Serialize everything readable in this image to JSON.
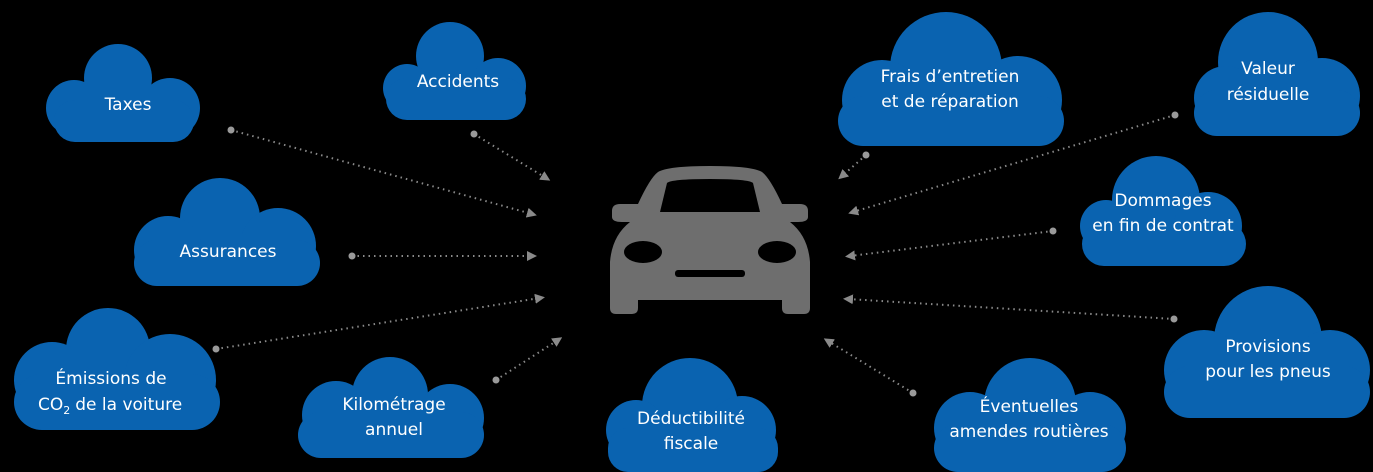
{
  "colors": {
    "background": "#000000",
    "cloud": "#0a63b0",
    "car": "#6e6e6e",
    "connector": "#8a8a8a"
  },
  "clouds": [
    {
      "id": "taxes",
      "lines": [
        "Taxes"
      ]
    },
    {
      "id": "accidents",
      "lines": [
        "Accidents"
      ]
    },
    {
      "id": "assurances",
      "lines": [
        "Assurances"
      ]
    },
    {
      "id": "emissions",
      "lines": [
        "Émissions de",
        "de la voiture"
      ],
      "co2_main": "CO",
      "co2_sub": "2"
    },
    {
      "id": "kilometrage",
      "lines": [
        "Kilométrage",
        "annuel"
      ]
    },
    {
      "id": "deductibilite",
      "lines": [
        "Déductibilité",
        "fiscale"
      ]
    },
    {
      "id": "frais",
      "lines": [
        "Frais d’entretien",
        "et de réparation"
      ]
    },
    {
      "id": "valeur",
      "lines": [
        "Valeur",
        "résiduelle"
      ]
    },
    {
      "id": "dommages",
      "lines": [
        "Dommages",
        "en fin de contrat"
      ]
    },
    {
      "id": "provisions",
      "lines": [
        "Provisions",
        "pour les pneus"
      ]
    },
    {
      "id": "amendes",
      "lines": [
        "Éventuelles",
        "amendes routières"
      ]
    }
  ],
  "center": {
    "icon": "car-icon"
  }
}
